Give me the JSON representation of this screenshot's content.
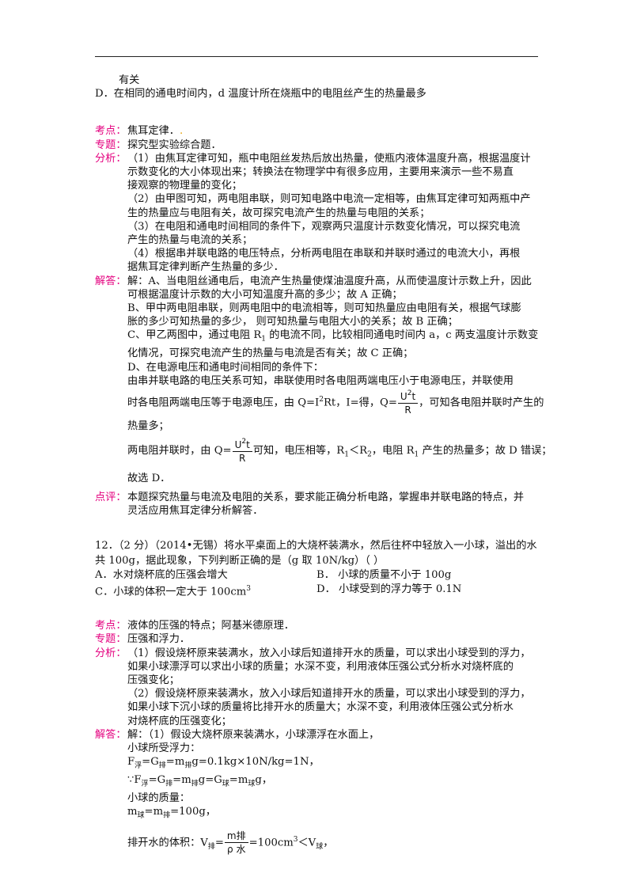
{
  "top_fragment": "有关",
  "option_d_prev": "D．在相同的通电时间内，d 温度计所在烧瓶中的电阻丝产生的热量最多",
  "q11": {
    "kaodian_tag": "考点：",
    "kaodian": "焦耳定律．",
    "zhuanti_tag": "专题：",
    "zhuanti": "探究型实验综合题．",
    "fenxi_tag": "分析：",
    "fenxi": [
      "（1）由焦耳定律可知，瓶中电阻丝发热后放出热量，使瓶内液体温度升高，根据温度计",
      "示数变化的大小体现出来；转换法在物理学中有很多应用，主要用来演示一些不易直",
      "接观察的物理量的变化；",
      "（2）由甲图可知，两电阻串联，则可知电路中电流一定相等，由焦耳定律可知两瓶中产",
      "生的热量应与电阻有关，故可探究电流产生的热量与电阻的关系；",
      "（3）在电阻和通电时间相同的条件下，观察两只温度计示数变化情况，可以探究电流",
      "产生的热量与电流的关系；",
      "（4）根据串并联电路的电压特点，分析两电阻在串联和并联时通过的电流大小，再根",
      "据焦耳定律判断产生热量的多少．"
    ],
    "jieda_tag": "解答：",
    "jieda_a": [
      "解：A、当电阻丝通电后，电流产生热量使煤油温度升高，从而使温度计示数上升，因此",
      "可根据温度计示数的大小可知温度升高的多少；故 A 正确；"
    ],
    "jieda_b": [
      "B、甲中两电阻串联，则两电阻中的电流相等，则可知热量应由电阻有关，根据气球膨",
      "胀的多少可知热量的多少，  则可知热量与电阻大小的关系；故 B 正确；"
    ],
    "jieda_c1_pre": "C、甲乙两图中，通过电阻 R",
    "jieda_c1_sub": "1",
    "jieda_c1_post": " 的电流不同，比较相同通电时间内 a，c 两支温度计示数变",
    "jieda_c2": "化情况，可探究电流产生的热量与电流是否有关；故 C 正确；",
    "jieda_d1": "D、在电源电压和通电时间相同的条件下：",
    "jieda_d2": "由串并联电路的电压关系可知，串联使用时各电阻两端电压小于电源电压，并联使用",
    "eq1_pre": "时各电阻两端电压等于电源电压，由 Q=I",
    "eq1_sup": "2",
    "eq1_mid": "Rt，I=得，Q=",
    "frac1_num": "U",
    "frac1_num_sup": "2",
    "frac1_num_t": "t",
    "frac1_den": "R",
    "eq1_post": "，可知各电阻并联时产生的",
    "eq1_cont": "热量多；",
    "eq2_pre": "两电阻并联时，由 Q=",
    "frac2_num": "U",
    "frac2_num_sup": "2",
    "frac2_num_t": "t",
    "frac2_den": "R",
    "eq2_mid": "可知，电压相等，R",
    "eq2_sub1": "1",
    "eq2_lt": "＜R",
    "eq2_sub2": "2",
    "eq2_mid2": "，电阻 R",
    "eq2_sub3": "1",
    "eq2_post": " 产生的热量多；故 D 错误；",
    "guxuan": "故选 D．",
    "dianping_tag": "点评：",
    "dianping": [
      "本题探究热量与电流及电阻的关系，要求能正确分析电路，掌握串并联电路的特点，并",
      "灵活应用焦耳定律分析解答．"
    ]
  },
  "q12": {
    "stem": [
      "12．（2 分）（2014•无锡）将水平桌面上的大烧杯装满水，然后往杯中轻放入一小球，溢出的水",
      "共 100g，据此现象，下列判断正确的是（g 取 10N/kg）（        ）"
    ],
    "options": {
      "A": "A．水对烧杯底的压强会增大",
      "B": "B．  小球的质量不小于 100g",
      "C_pre": "C．小球的体积一定大于 100cm",
      "C_sup": "3",
      "D": "D．  小球受到的浮力等于 0.1N"
    },
    "kaodian_tag": "考点：",
    "kaodian": "液体的压强的特点；阿基米德原理．",
    "zhuanti_tag": "专题：",
    "zhuanti": "压强和浮力．",
    "fenxi_tag": "分析：",
    "fenxi": [
      "（1）假设烧杯原来装满水，放入小球后知道排开水的质量，可以求出小球受到的浮力，",
      "如果小球漂浮可以求出小球的质量；水深不变，利用液体压强公式分析水对烧杯底的",
      "压强变化；",
      "（2）假设烧杯原来装满水，放入小球后知道排开水的质量，可以求出小球受到的浮力，",
      "如果小球下沉小球的质量将比排开水的质量大；水深不变，利用液体压强公式分析水",
      "对烧杯底的压强变化；"
    ],
    "jieda_tag": "解答：",
    "jieda_1": "解：（1）假设大烧杯原来装满水，小球漂浮在水面上，",
    "jieda_2": "小球所受浮力：",
    "f1_F": "F",
    "f1_Fsub": "浮",
    "f1_eqG": "=G",
    "f1_Gsub": "排",
    "f1_eqm": "=m",
    "f1_msub": "排",
    "f1_rest": "g=0.1kg×10N/kg=1N，",
    "f2_pre": "∵F",
    "f2_Fsub": "浮",
    "f2_eqG": "=G",
    "f2_Gsub": "排",
    "f2_eqm": "=m",
    "f2_msub": "排",
    "f2_g": "g=G",
    "f2_Gsub2": "球",
    "f2_eqm2": "=m",
    "f2_msub2": "球",
    "f2_end": "g，",
    "jieda_3": "小球的质量：",
    "m_pre": "m",
    "m_sub1": "球",
    "m_eq": "=m",
    "m_sub2": "排",
    "m_rest": "=100g，",
    "v_pre": "排开水的体积：V",
    "v_sub": "排",
    "v_eq": "=",
    "frac3_num": "m排",
    "frac3_den": "ρ 水",
    "v_val": "=100cm",
    "v_sup": "3",
    "v_lt": "＜V",
    "v_sub2": "球",
    "v_end": "，"
  }
}
